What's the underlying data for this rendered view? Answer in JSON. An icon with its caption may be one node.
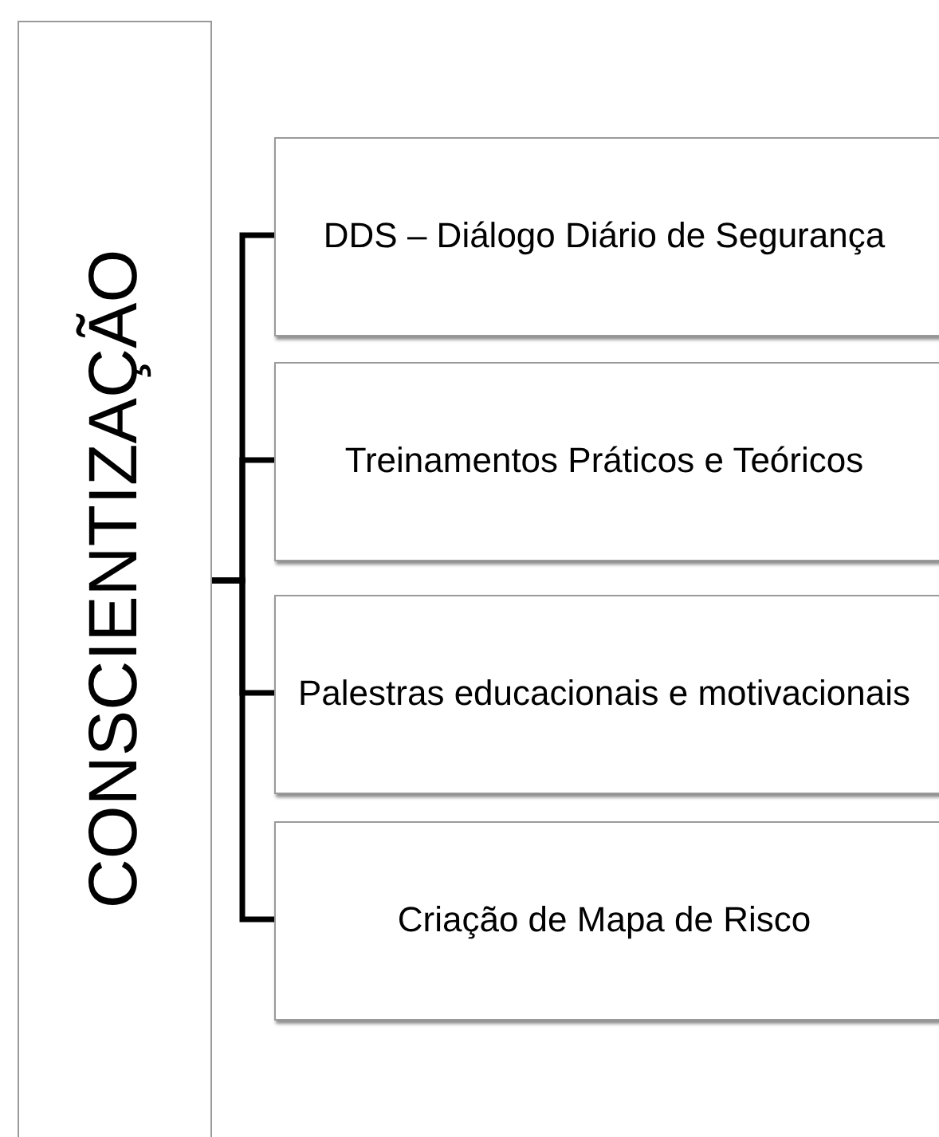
{
  "diagram": {
    "nodes": [
      {
        "text": [
          "CONSCIENTIZAÇÃO"
        ]
      },
      {
        "text": [
          "DDS – Diálogo Diário de Segurança"
        ]
      },
      {
        "text": [
          "Treinamentos Práticos e Teóricos"
        ]
      },
      {
        "text": [
          "Palestras educacionais e motivacionais"
        ]
      },
      {
        "text": [
          "Criação de Mapa de Risco"
        ]
      }
    ],
    "edges": [
      {
        "from": 0,
        "to": 1,
        "arrow": "none"
      },
      {
        "from": 0,
        "to": 2,
        "arrow": "none"
      },
      {
        "from": 0,
        "to": 3,
        "arrow": "none"
      },
      {
        "from": 0,
        "to": 4,
        "arrow": "none"
      }
    ]
  }
}
